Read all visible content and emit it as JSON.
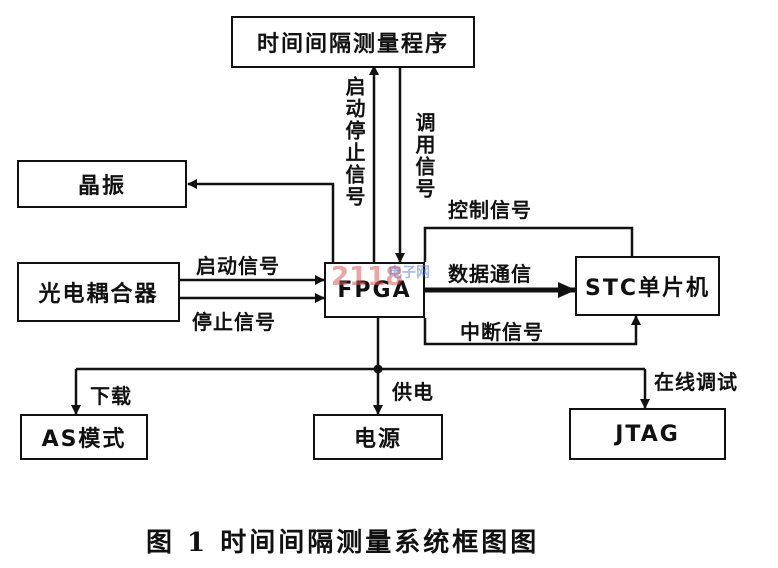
{
  "boxes": {
    "program": "时间间隔测量程序",
    "crystal": "晶振",
    "coupler": "光电耦合器",
    "fpga": "FPGA",
    "stc": "STC单片机",
    "as_mode": "AS模式",
    "power": "电源",
    "jtag": "JTAG"
  },
  "labels": {
    "start_stop_vertical": "启动停止信号",
    "call_signal": "调用信号",
    "control_signal": "控制信号",
    "start_signal": "启动信号",
    "stop_signal": "停止信号",
    "data_comm": "数据通信",
    "interrupt_signal": "中断信号",
    "download": "下载",
    "power_supply": "供电",
    "online_debug": "在线调试"
  },
  "watermark": {
    "digits": "2118",
    "brand": "电子网"
  },
  "caption": "图 1  时间间隔测量系统框图图"
}
